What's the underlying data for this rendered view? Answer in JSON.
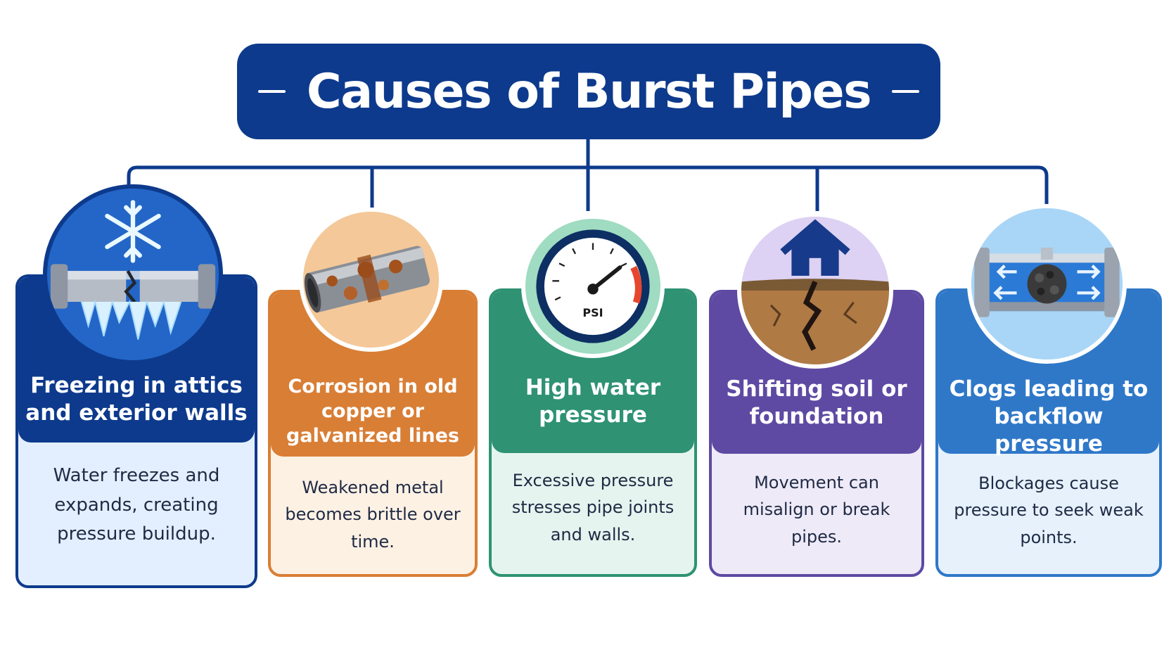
{
  "title": "Causes of Burst Pipes",
  "causes": [
    {
      "heading": "Freezing in attics and exterior walls",
      "description": "Water freezes and expands, creating pressure buildup.",
      "icon": "frozen-pipe-icon",
      "color": "#0d3a8c",
      "bg": "#e3efff"
    },
    {
      "heading": "Corrosion in old copper or galvanized lines",
      "description": "Weakened metal becomes brittle over time.",
      "icon": "corroded-pipe-icon",
      "color": "#d97e35",
      "bg": "#fdf1e4"
    },
    {
      "heading": "High water pressure",
      "description": "Excessive pressure stresses pipe joints and walls.",
      "icon": "pressure-gauge-icon",
      "color": "#2e9273",
      "bg": "#e6f4ef",
      "gauge_label": "PSI"
    },
    {
      "heading": "Shifting soil or foundation",
      "description": "Movement can misalign or break pipes.",
      "icon": "cracked-foundation-icon",
      "color": "#5e4aa3",
      "bg": "#eeeaf8"
    },
    {
      "heading": "Clogs leading to backflow pressure",
      "description": "Blockages cause pressure to seek weak points.",
      "icon": "clogged-pipe-icon",
      "color": "#2f78c8",
      "bg": "#e6f1fc"
    }
  ]
}
